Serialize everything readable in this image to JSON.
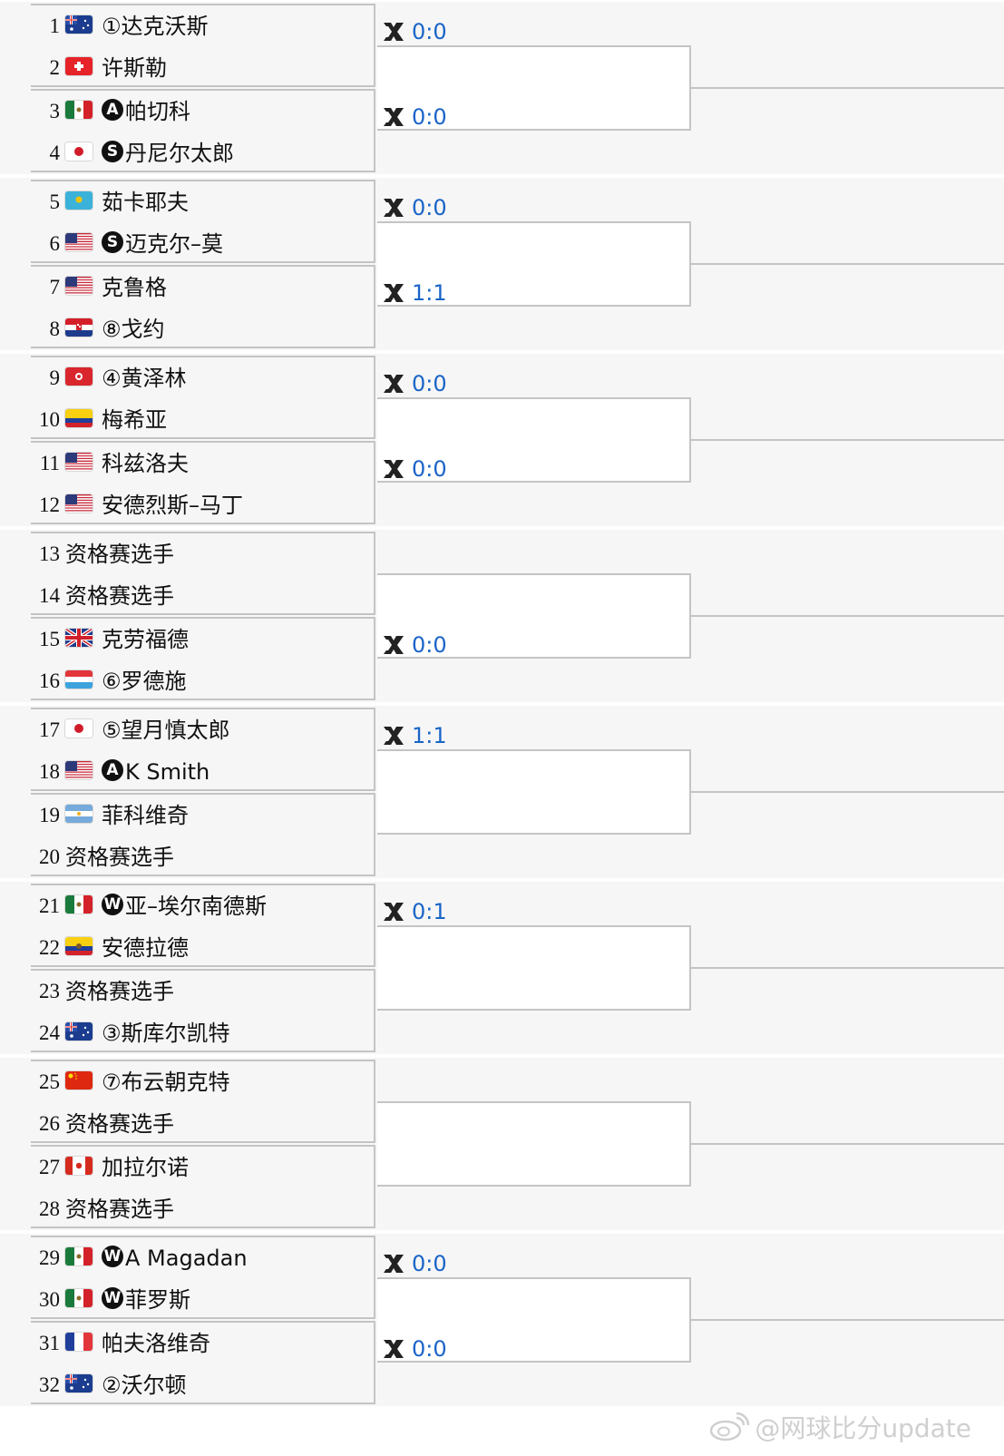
{
  "draw": {
    "players": [
      {
        "num": "1",
        "flag": "AUS",
        "name": "①达克沃斯"
      },
      {
        "num": "2",
        "flag": "SUI",
        "name": "许斯勒"
      },
      {
        "num": "3",
        "flag": "MEX",
        "badge": "A",
        "name": "帕切科"
      },
      {
        "num": "4",
        "flag": "JPN",
        "badge": "S",
        "name": "丹尼尔太郎"
      },
      {
        "num": "5",
        "flag": "KAZ",
        "name": "茹卡耶夫"
      },
      {
        "num": "6",
        "flag": "USA",
        "badge": "S",
        "name": "迈克尔–莫"
      },
      {
        "num": "7",
        "flag": "USA",
        "name": "克鲁格"
      },
      {
        "num": "8",
        "flag": "CRO",
        "name": "⑧戈约"
      },
      {
        "num": "9",
        "flag": "HKG",
        "name": "④黄泽林"
      },
      {
        "num": "10",
        "flag": "COL",
        "name": "梅希亚"
      },
      {
        "num": "11",
        "flag": "USA",
        "name": "科兹洛夫"
      },
      {
        "num": "12",
        "flag": "USA",
        "name": "安德烈斯–马丁"
      },
      {
        "num": "13",
        "flag": "",
        "name": "资格赛选手"
      },
      {
        "num": "14",
        "flag": "",
        "name": "资格赛选手"
      },
      {
        "num": "15",
        "flag": "GBR",
        "name": "克劳福德"
      },
      {
        "num": "16",
        "flag": "LUX",
        "name": "⑥罗德施"
      },
      {
        "num": "17",
        "flag": "JPN",
        "name": "⑤望月慎太郎"
      },
      {
        "num": "18",
        "flag": "USA",
        "badge": "A",
        "name": "K Smith"
      },
      {
        "num": "19",
        "flag": "ARG",
        "name": "菲科维奇"
      },
      {
        "num": "20",
        "flag": "",
        "name": "资格赛选手"
      },
      {
        "num": "21",
        "flag": "MEX",
        "badge": "W",
        "name": "亚–埃尔南德斯"
      },
      {
        "num": "22",
        "flag": "ECU",
        "name": "安德拉德"
      },
      {
        "num": "23",
        "flag": "",
        "name": "资格赛选手"
      },
      {
        "num": "24",
        "flag": "AUS",
        "name": "③斯库尔凯特"
      },
      {
        "num": "25",
        "flag": "CHN",
        "name": "⑦布云朝克特"
      },
      {
        "num": "26",
        "flag": "",
        "name": "资格赛选手"
      },
      {
        "num": "27",
        "flag": "CAN",
        "name": "加拉尔诺"
      },
      {
        "num": "28",
        "flag": "",
        "name": "资格赛选手"
      },
      {
        "num": "29",
        "flag": "MEX",
        "badge": "W",
        "name": "A Magadan"
      },
      {
        "num": "30",
        "flag": "MEX",
        "badge": "W",
        "name": "菲罗斯"
      },
      {
        "num": "31",
        "flag": "FRA",
        "name": "帕夫洛维奇"
      },
      {
        "num": "32",
        "flag": "AUS",
        "name": "②沃尔顿"
      }
    ],
    "h2h": [
      {
        "match": 1,
        "score": "0:0"
      },
      {
        "match": 2,
        "score": "0:0"
      },
      {
        "match": 3,
        "score": "0:0"
      },
      {
        "match": 4,
        "score": "1:1"
      },
      {
        "match": 5,
        "score": "0:0"
      },
      {
        "match": 6,
        "score": "0:0"
      },
      {
        "match": 7,
        "score": ""
      },
      {
        "match": 8,
        "score": "0:0"
      },
      {
        "match": 9,
        "score": "1:1"
      },
      {
        "match": 10,
        "score": ""
      },
      {
        "match": 11,
        "score": "0:1"
      },
      {
        "match": 12,
        "score": ""
      },
      {
        "match": 13,
        "score": ""
      },
      {
        "match": 14,
        "score": ""
      },
      {
        "match": 15,
        "score": "0:0"
      },
      {
        "match": 16,
        "score": "0:0"
      }
    ]
  },
  "colors": {
    "score": "#1a64c8",
    "lines": "#c4c4c4",
    "band": "#f6f6f6"
  },
  "watermark": {
    "text": "@网球比分update",
    "icon": "weibo-icon"
  }
}
